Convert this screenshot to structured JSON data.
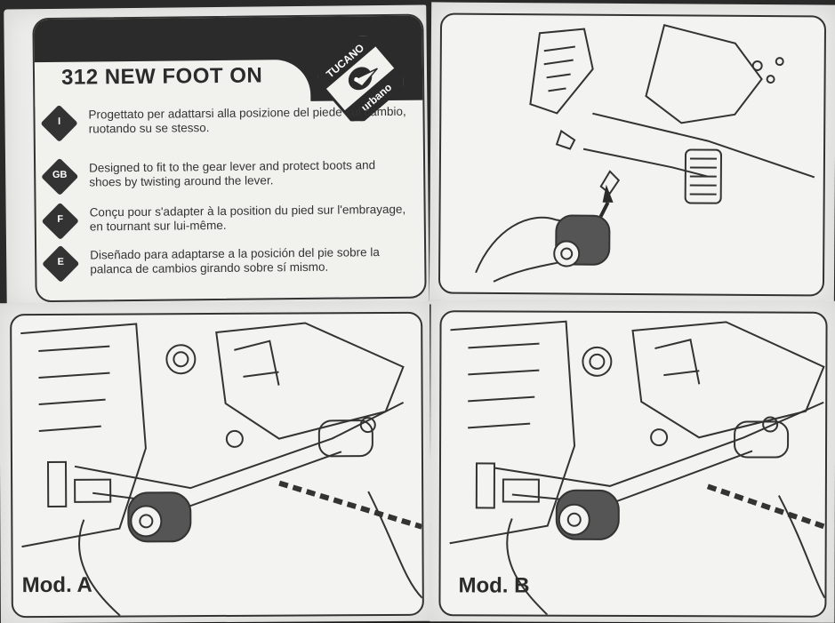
{
  "instructions": {
    "title": "312 NEW FOOT ON",
    "logo_text": [
      "TUCANO",
      "urbano"
    ],
    "languages": [
      {
        "code": "I",
        "text": "Progettato per adattarsi alla posizione del piede sul cambio, ruotando su se stesso."
      },
      {
        "code": "GB",
        "text": "Designed to fit to the gear lever and protect boots and shoes by twisting around the lever."
      },
      {
        "code": "F",
        "text": "Conçu pour s'adapter à la position du pied sur l'embrayage, en tournant sur lui-même."
      },
      {
        "code": "E",
        "text": "Diseñado para adaptarse a la posición del pie sobre la palanca de cambios girando sobre sí mismo."
      }
    ]
  },
  "diagrams": {
    "mod_a_label": "Mod. A",
    "mod_b_label": "Mod. B"
  },
  "colors": {
    "paper": "#ececea",
    "ink": "#2b2b2b",
    "background": "#1c1c1c"
  }
}
